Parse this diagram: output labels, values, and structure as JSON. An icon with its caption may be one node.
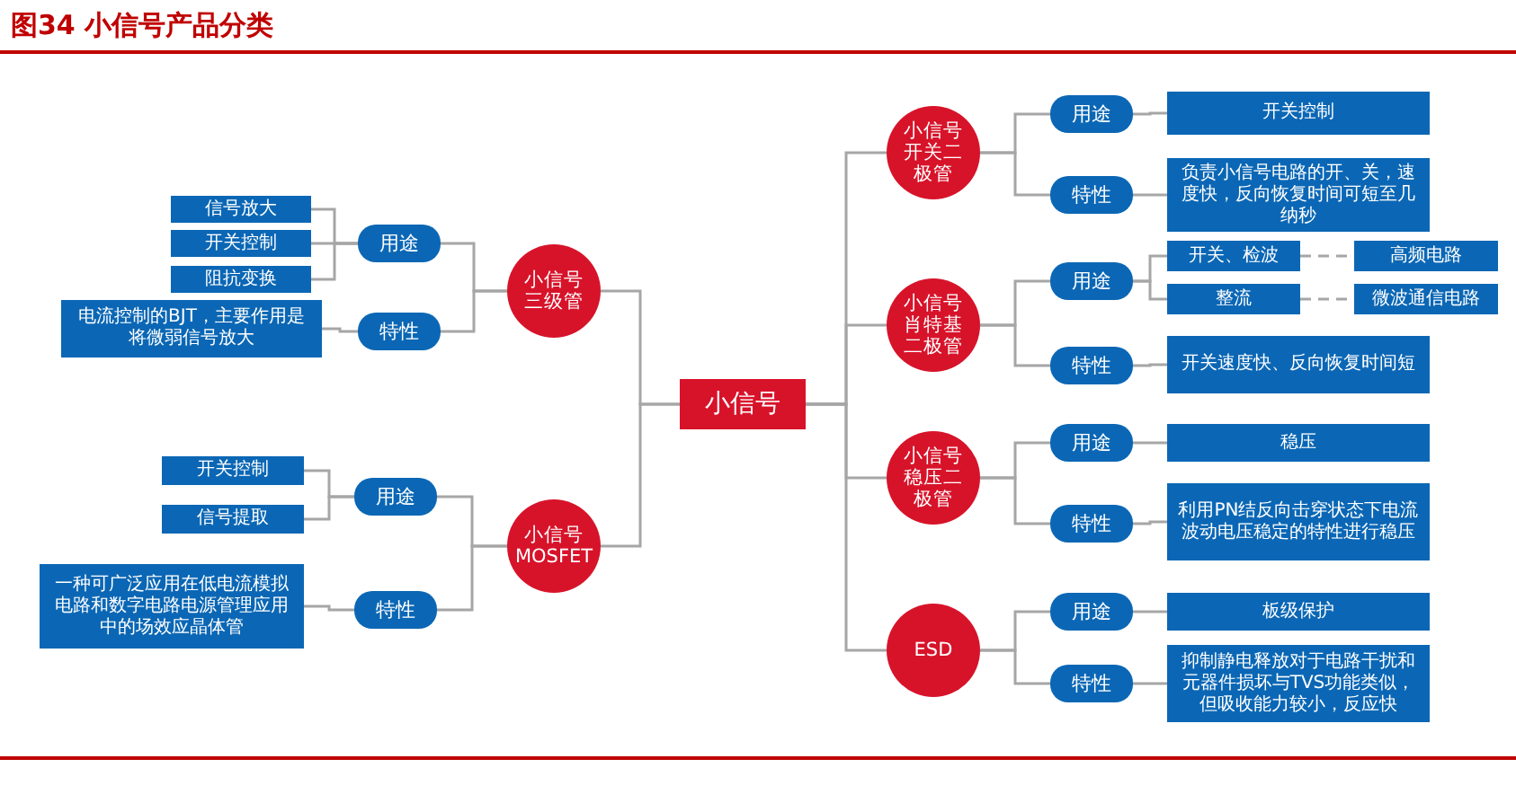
{
  "diagram": {
    "title": "图34  小信号产品分类",
    "nodes": [
      {
        "text": [
          "小信号"
        ]
      },
      {
        "text": [
          "小信号三级管"
        ]
      },
      {
        "text": [
          "用途"
        ]
      },
      {
        "text": [
          "特性"
        ]
      },
      {
        "text": [
          "信号放大"
        ]
      },
      {
        "text": [
          "开关控制"
        ]
      },
      {
        "text": [
          "阻抗变换"
        ]
      },
      {
        "text": [
          "电流控制的BJT，主要作用是将微弱信号放大"
        ]
      },
      {
        "text": [
          "小信号MOSFET"
        ]
      },
      {
        "text": [
          "用途"
        ]
      },
      {
        "text": [
          "特性"
        ]
      },
      {
        "text": [
          "开关控制"
        ]
      },
      {
        "text": [
          "信号提取"
        ]
      },
      {
        "text": [
          "一种可广泛应用在低电流模拟电路和数字电路电源管理应用中的场效应晶体管"
        ]
      },
      {
        "text": [
          "小信号开关二极管"
        ]
      },
      {
        "text": [
          "用途"
        ]
      },
      {
        "text": [
          "开关控制"
        ]
      },
      {
        "text": [
          "特性"
        ]
      },
      {
        "text": [
          "负责小信号电路的开、关，速度快，反向恢复时间可短至几纳秒"
        ]
      },
      {
        "text": [
          "小信号肖特基二极管"
        ]
      },
      {
        "text": [
          "用途"
        ]
      },
      {
        "text": [
          "开关、检波"
        ]
      },
      {
        "text": [
          "高频电路"
        ]
      },
      {
        "text": [
          "整流"
        ]
      },
      {
        "text": [
          "微波通信电路"
        ]
      },
      {
        "text": [
          "特性"
        ]
      },
      {
        "text": [
          "开关速度快、反向恢复时间短"
        ]
      },
      {
        "text": [
          "小信号稳压二极管"
        ]
      },
      {
        "text": [
          "用途"
        ]
      },
      {
        "text": [
          "稳压"
        ]
      },
      {
        "text": [
          "特性"
        ]
      },
      {
        "text": [
          "利用PN结反向击穿状态下电流波动电压稳定的特性进行稳压"
        ]
      },
      {
        "text": [
          "ESD"
        ]
      },
      {
        "text": [
          "用途"
        ]
      },
      {
        "text": [
          "板级保护"
        ]
      },
      {
        "text": [
          "特性"
        ]
      },
      {
        "text": [
          "抑制静电释放对于电路干扰和元器件损坏与TVS功能类似，但吸收能力较小，反应快"
        ]
      }
    ],
    "edges": [
      {
        "from": 0,
        "to": 1,
        "arrow": "none"
      },
      {
        "from": 1,
        "to": 2,
        "arrow": "none"
      },
      {
        "from": 1,
        "to": 3,
        "arrow": "none"
      },
      {
        "from": 2,
        "to": 4,
        "arrow": "none"
      },
      {
        "from": 2,
        "to": 5,
        "arrow": "none"
      },
      {
        "from": 2,
        "to": 6,
        "arrow": "none"
      },
      {
        "from": 3,
        "to": 7,
        "arrow": "none"
      },
      {
        "from": 0,
        "to": 8,
        "arrow": "none"
      },
      {
        "from": 8,
        "to": 9,
        "arrow": "none"
      },
      {
        "from": 8,
        "to": 10,
        "arrow": "none"
      },
      {
        "from": 9,
        "to": 11,
        "arrow": "none"
      },
      {
        "from": 9,
        "to": 12,
        "arrow": "none"
      },
      {
        "from": 10,
        "to": 13,
        "arrow": "none"
      },
      {
        "from": 0,
        "to": 14,
        "arrow": "none"
      },
      {
        "from": 14,
        "to": 15,
        "arrow": "none"
      },
      {
        "from": 15,
        "to": 16,
        "arrow": "none"
      },
      {
        "from": 14,
        "to": 17,
        "arrow": "none"
      },
      {
        "from": 17,
        "to": 18,
        "arrow": "none"
      },
      {
        "from": 0,
        "to": 19,
        "arrow": "none"
      },
      {
        "from": 19,
        "to": 20,
        "arrow": "none"
      },
      {
        "from": 20,
        "to": 21,
        "arrow": "none"
      },
      {
        "from": 21,
        "to": 22,
        "arrow": "none",
        "style": "dashed"
      },
      {
        "from": 20,
        "to": 23,
        "arrow": "none"
      },
      {
        "from": 23,
        "to": 24,
        "arrow": "none",
        "style": "dashed"
      },
      {
        "from": 19,
        "to": 25,
        "arrow": "none"
      },
      {
        "from": 25,
        "to": 26,
        "arrow": "none"
      },
      {
        "from": 0,
        "to": 27,
        "arrow": "none"
      },
      {
        "from": 27,
        "to": 28,
        "arrow": "none"
      },
      {
        "from": 28,
        "to": 29,
        "arrow": "none"
      },
      {
        "from": 27,
        "to": 30,
        "arrow": "none"
      },
      {
        "from": 30,
        "to": 31,
        "arrow": "none"
      },
      {
        "from": 0,
        "to": 32,
        "arrow": "none"
      },
      {
        "from": 32,
        "to": 33,
        "arrow": "none"
      },
      {
        "from": 33,
        "to": 34,
        "arrow": "none"
      },
      {
        "from": 32,
        "to": 35,
        "arrow": "none"
      },
      {
        "from": 35,
        "to": 36,
        "arrow": "none"
      }
    ]
  }
}
